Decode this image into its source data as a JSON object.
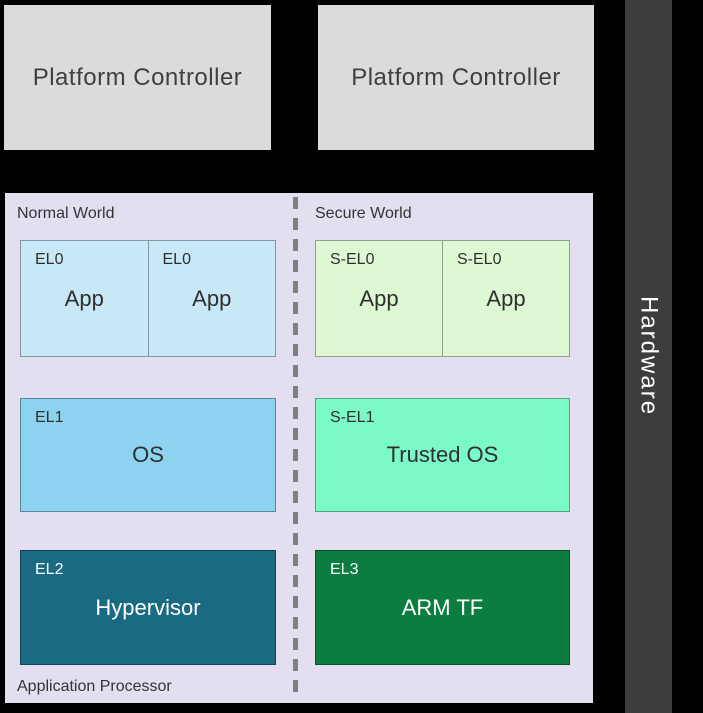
{
  "colors": {
    "background": "#000000",
    "platform_controller_bg": "#dbdbdb",
    "platform_controller_text": "#3f3f3f",
    "hardware_bar_bg": "#3d3d3d",
    "hardware_text": "#ffffff",
    "panel_bg": "#e4dff0",
    "panel_text": "#333333",
    "divider": "#7f7f7f",
    "el0_bg": "#c9e8f7",
    "el1_bg": "#8dd3ef",
    "el2_bg": "#1a6a82",
    "sel0_bg": "#def8d3",
    "sel1_bg": "#7bf9c6",
    "el3_bg": "#0c7d40",
    "light_box_text": "#2f2f2f",
    "dark_box_text": "#ffffff"
  },
  "platform_controllers": [
    {
      "label": "Platform Controller"
    },
    {
      "label": "Platform Controller"
    }
  ],
  "hardware": {
    "label": "Hardware"
  },
  "panel": {
    "normal_world_label": "Normal World",
    "secure_world_label": "Secure World",
    "application_processor_label": "Application Processor",
    "normal": {
      "apps": [
        {
          "level": "EL0",
          "name": "App"
        },
        {
          "level": "EL0",
          "name": "App"
        }
      ],
      "os": {
        "level": "EL1",
        "name": "OS"
      },
      "hypervisor": {
        "level": "EL2",
        "name": "Hypervisor"
      }
    },
    "secure": {
      "apps": [
        {
          "level": "S-EL0",
          "name": "App"
        },
        {
          "level": "S-EL0",
          "name": "App"
        }
      ],
      "trusted_os": {
        "level": "S-EL1",
        "name": "Trusted OS"
      },
      "firmware": {
        "level": "EL3",
        "name": "ARM TF"
      }
    }
  }
}
